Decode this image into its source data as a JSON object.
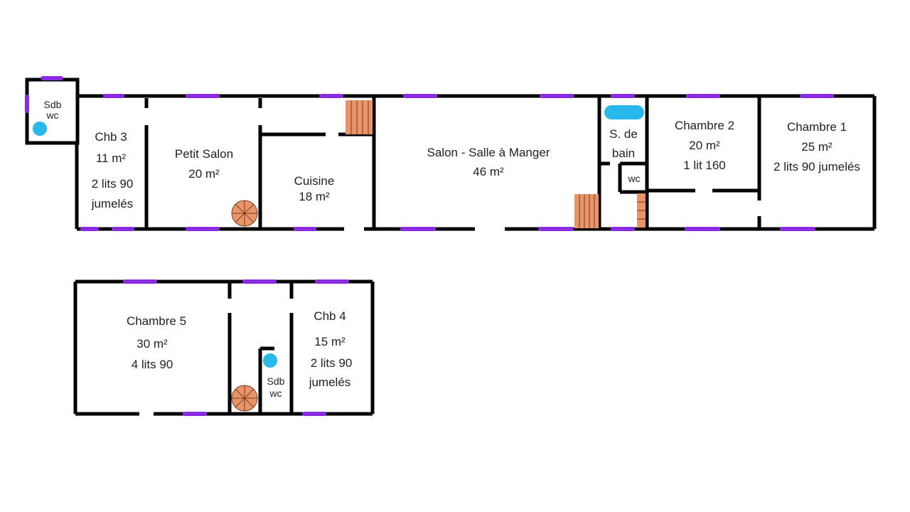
{
  "colors": {
    "wall": "#000000",
    "window": "#8a2be2",
    "stairs": "#e8956b",
    "fixture": "#29b8ea",
    "background": "#ffffff"
  },
  "rooms": {
    "sdb_wc_1": {
      "name": "Sdb",
      "sub": "wc"
    },
    "chb3": {
      "name": "Chb 3",
      "area": "11 m²",
      "beds": "2 lits 90",
      "extra": "jumelés"
    },
    "petit_salon": {
      "name": "Petit Salon",
      "area": "20 m²"
    },
    "cuisine": {
      "name": "Cuisine",
      "area": "18 m²"
    },
    "salon": {
      "name": "Salon - Salle à Manger",
      "area": "46 m²"
    },
    "s_de_bain": {
      "name": "S. de",
      "name2": "bain"
    },
    "wc_small": {
      "name": "wc"
    },
    "chambre2": {
      "name": "Chambre 2",
      "area": "20 m²",
      "beds": "1 lit 160"
    },
    "chambre1": {
      "name": "Chambre 1",
      "area": "25 m²",
      "beds": "2 lits 90 jumelés"
    },
    "chambre5": {
      "name": "Chambre 5",
      "area": "30 m²",
      "beds": "4 lits 90"
    },
    "sdb_wc_2": {
      "name": "Sdb",
      "sub": "wc"
    },
    "chb4": {
      "name": "Chb 4",
      "area": "15 m²",
      "beds": "2 lits 90",
      "extra": "jumelés"
    }
  }
}
